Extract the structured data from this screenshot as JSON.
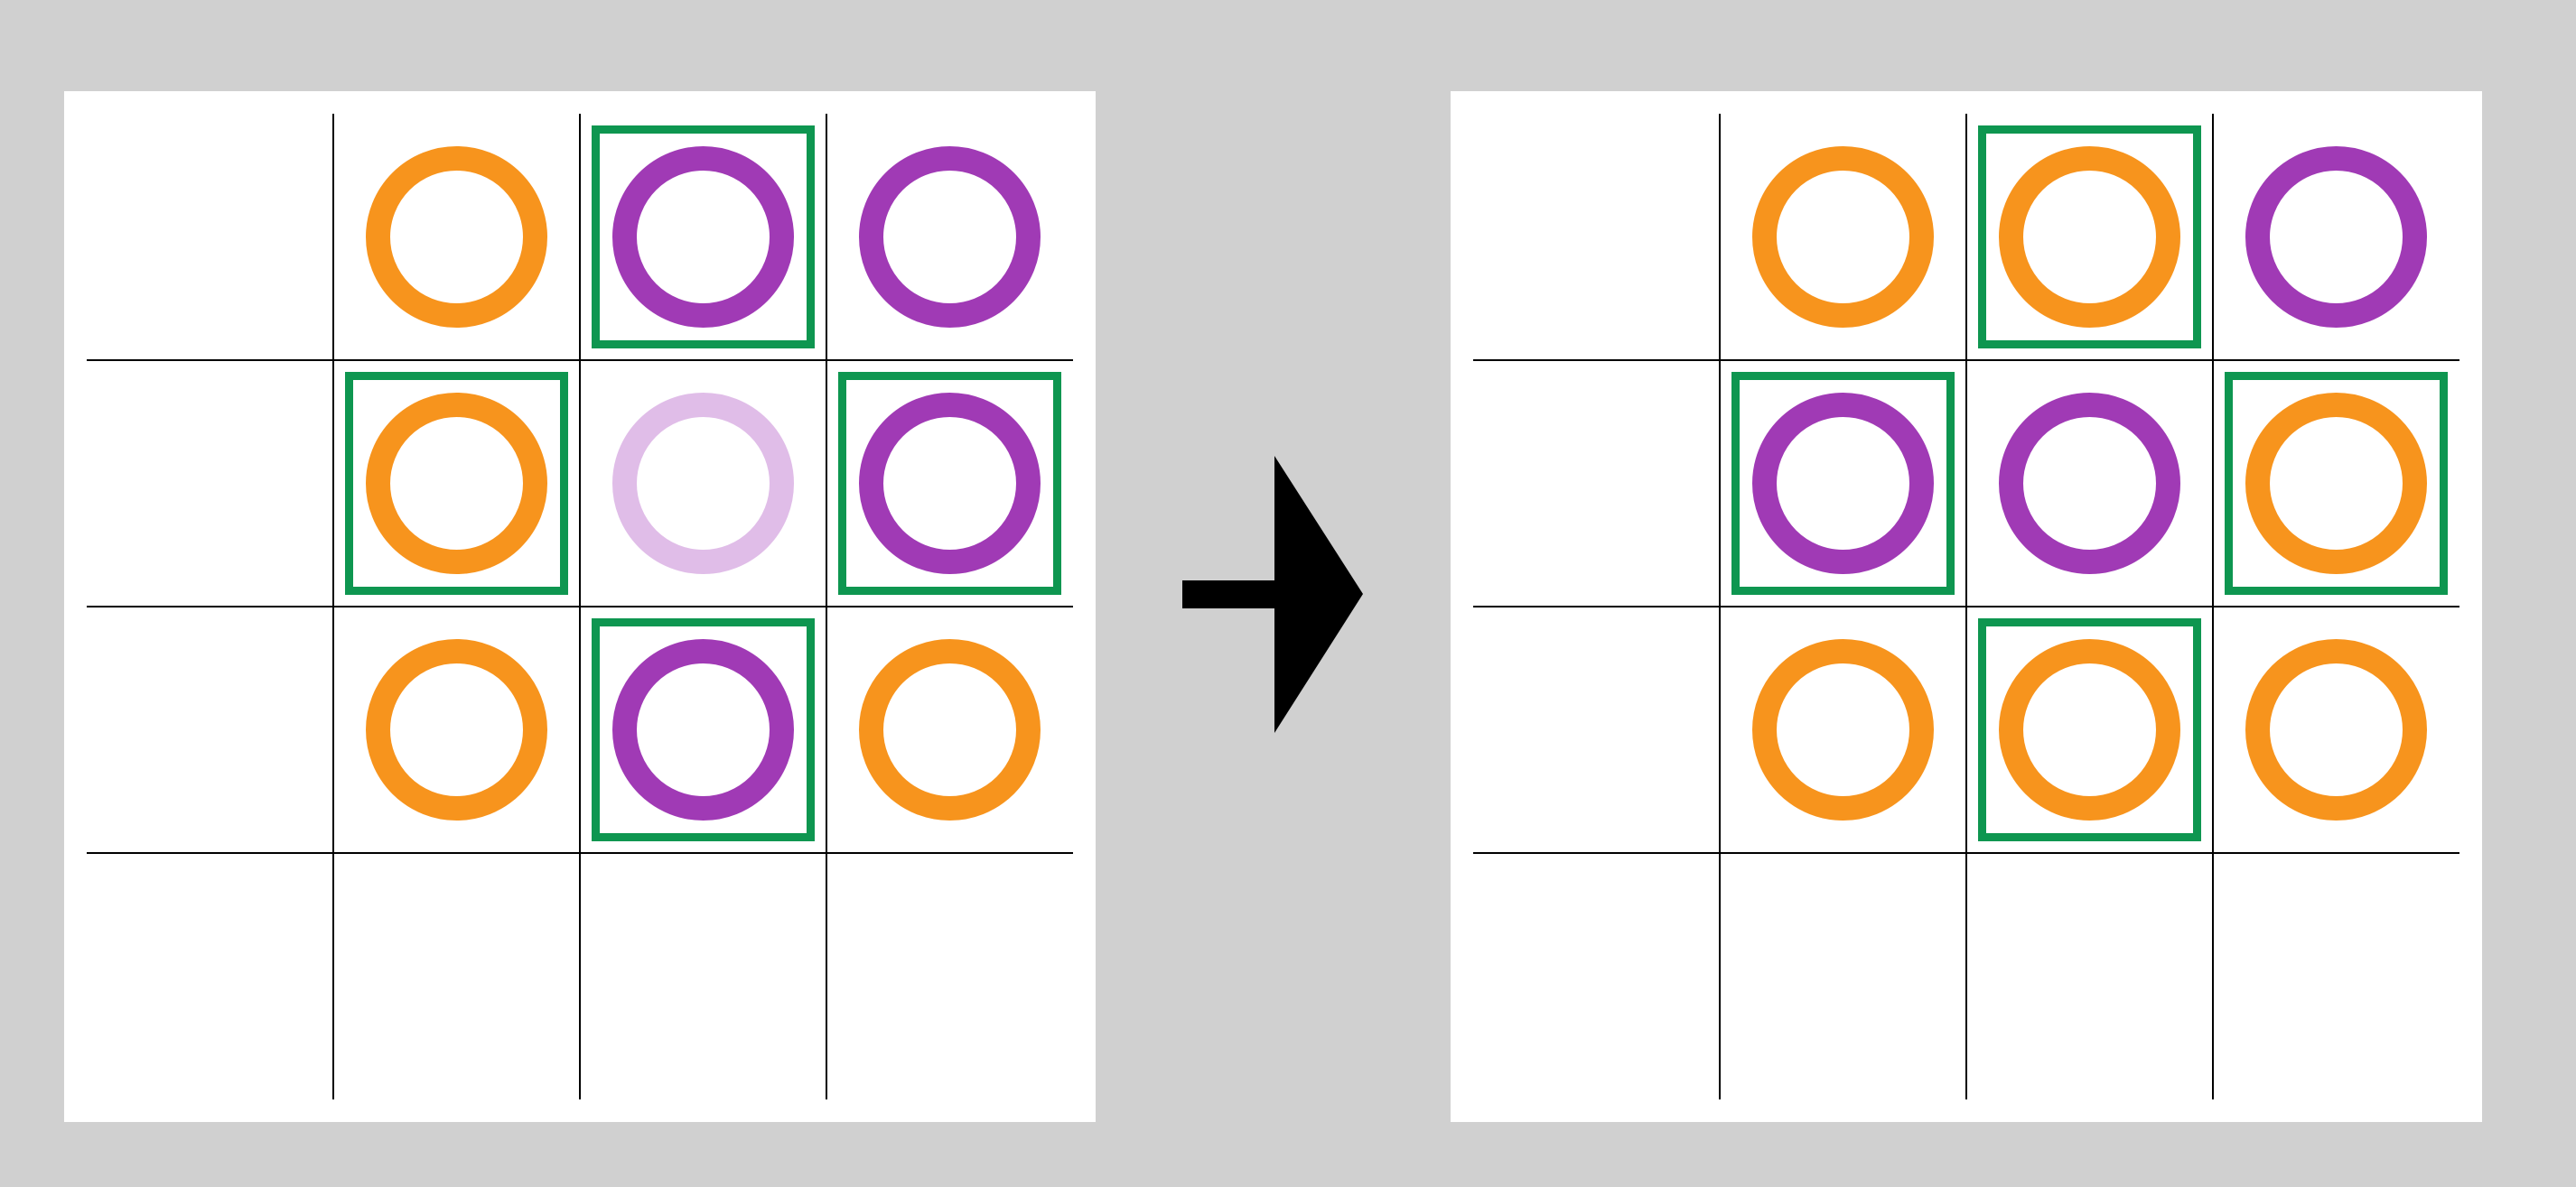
{
  "colors": {
    "background": "#d0d0d0",
    "panel": "#ffffff",
    "grid_line": "#000000",
    "orange": "#f7941d",
    "purple": "#a03ab5",
    "faded_purple": "#e0bde8",
    "highlight_box": "#0e9650",
    "arrow": "#000000"
  },
  "grid": {
    "rows": 4,
    "cols": 4
  },
  "before": {
    "cells": [
      {
        "row": 0,
        "col": 1,
        "ring": "orange",
        "boxed": false
      },
      {
        "row": 0,
        "col": 2,
        "ring": "purple",
        "boxed": true
      },
      {
        "row": 0,
        "col": 3,
        "ring": "purple",
        "boxed": false
      },
      {
        "row": 1,
        "col": 1,
        "ring": "orange",
        "boxed": true
      },
      {
        "row": 1,
        "col": 2,
        "ring": "faded_purple",
        "boxed": false
      },
      {
        "row": 1,
        "col": 3,
        "ring": "purple",
        "boxed": true
      },
      {
        "row": 2,
        "col": 1,
        "ring": "orange",
        "boxed": false
      },
      {
        "row": 2,
        "col": 2,
        "ring": "purple",
        "boxed": true
      },
      {
        "row": 2,
        "col": 3,
        "ring": "orange",
        "boxed": false
      }
    ]
  },
  "after": {
    "cells": [
      {
        "row": 0,
        "col": 1,
        "ring": "orange",
        "boxed": false
      },
      {
        "row": 0,
        "col": 2,
        "ring": "orange",
        "boxed": true
      },
      {
        "row": 0,
        "col": 3,
        "ring": "purple",
        "boxed": false
      },
      {
        "row": 1,
        "col": 1,
        "ring": "purple",
        "boxed": true
      },
      {
        "row": 1,
        "col": 2,
        "ring": "purple",
        "boxed": false
      },
      {
        "row": 1,
        "col": 3,
        "ring": "orange",
        "boxed": true
      },
      {
        "row": 2,
        "col": 1,
        "ring": "orange",
        "boxed": false
      },
      {
        "row": 2,
        "col": 2,
        "ring": "orange",
        "boxed": true
      },
      {
        "row": 2,
        "col": 3,
        "ring": "orange",
        "boxed": false
      }
    ]
  },
  "arrow": {
    "icon": "right-arrow-icon",
    "direction": "right"
  }
}
